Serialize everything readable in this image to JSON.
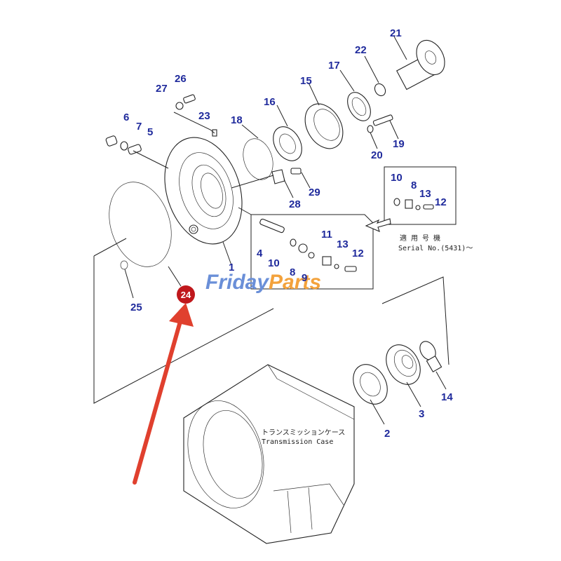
{
  "labels": {
    "n1": "1",
    "n2": "2",
    "n3": "3",
    "n4": "4",
    "n5": "5",
    "n6": "6",
    "n7": "7",
    "n8a": "8",
    "n8b": "8",
    "n9": "9",
    "n10a": "10",
    "n10b": "10",
    "n11": "11",
    "n12a": "12",
    "n12b": "12",
    "n13a": "13",
    "n13b": "13",
    "n14": "14",
    "n15": "15",
    "n16": "16",
    "n17": "17",
    "n18": "18",
    "n19": "19",
    "n20": "20",
    "n21": "21",
    "n22": "22",
    "n23": "23",
    "n24": "24",
    "n25": "25",
    "n26": "26",
    "n27": "27",
    "n28": "28",
    "n29": "29"
  },
  "serial_note": {
    "japanese": "適 用 号 機",
    "english": "Serial No.(5431)～"
  },
  "case_label": {
    "japanese": "トランスミッションケース",
    "english": "Transmission Case"
  },
  "watermark": {
    "part1": "Friday",
    "part2": "Parts"
  },
  "colors": {
    "label": "#1f2a9c",
    "highlight": "#c0181c",
    "arrow": "#e0402e",
    "watermark_blue": "#6a8fd8",
    "watermark_orange": "#f3a23c"
  }
}
